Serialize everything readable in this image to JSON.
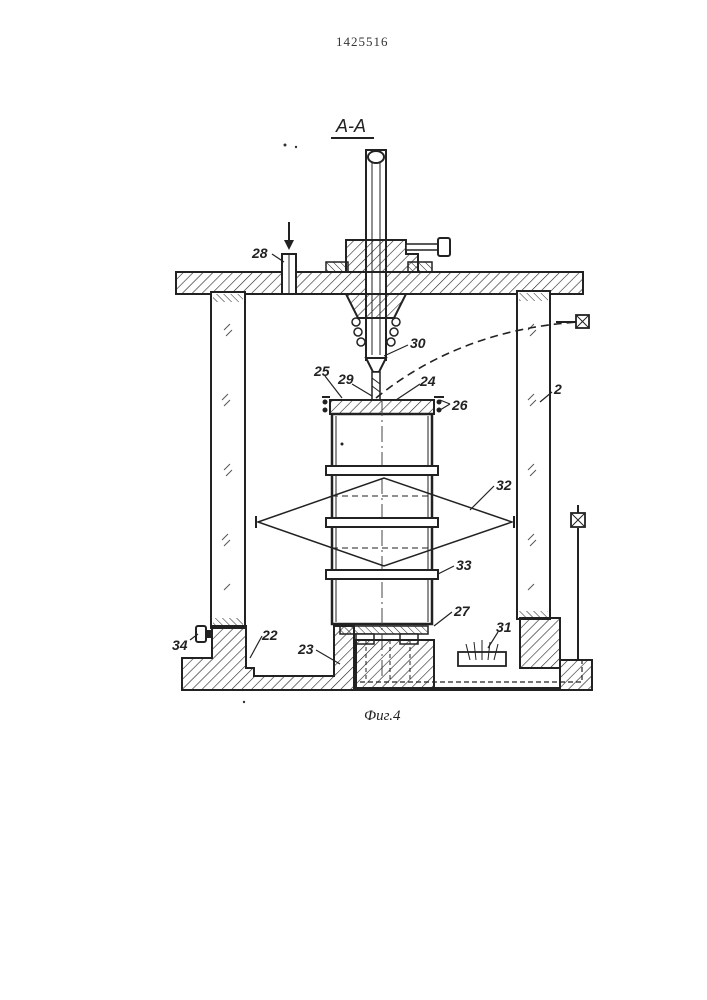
{
  "document": {
    "patent_number": "1425516",
    "section_label": "А-А",
    "figure_caption": "Фиг.4"
  },
  "labels": [
    {
      "id": "28",
      "text": "28"
    },
    {
      "id": "30",
      "text": "30"
    },
    {
      "id": "25",
      "text": "25"
    },
    {
      "id": "29",
      "text": "29"
    },
    {
      "id": "24",
      "text": "24"
    },
    {
      "id": "26",
      "text": "26"
    },
    {
      "id": "2",
      "text": "2"
    },
    {
      "id": "32",
      "text": "32"
    },
    {
      "id": "33",
      "text": "33"
    },
    {
      "id": "27",
      "text": "27"
    },
    {
      "id": "22",
      "text": "22"
    },
    {
      "id": "23",
      "text": "23"
    },
    {
      "id": "34",
      "text": "34"
    },
    {
      "id": "31",
      "text": "31"
    }
  ]
}
